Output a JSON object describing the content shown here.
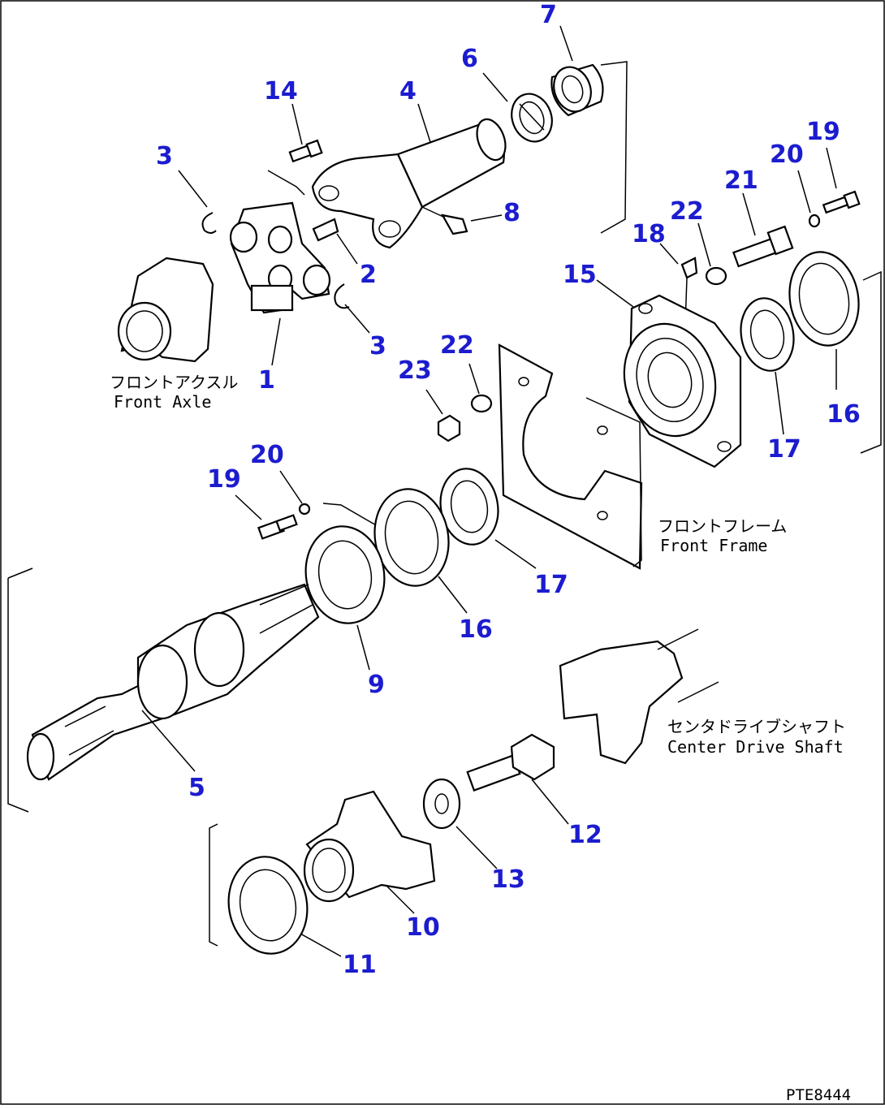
{
  "diagram": {
    "drawing_code": "PTE8444",
    "captions": {
      "front_axle_jp": "フロントアクスル",
      "front_axle_en": "Front Axle",
      "front_frame_jp": "フロントフレーム",
      "front_frame_en": "Front Frame",
      "center_drive_shaft_jp": "センタドライブシャフト",
      "center_drive_shaft_en": "Center Drive Shaft"
    },
    "callouts": [
      "7",
      "6",
      "4",
      "14",
      "3",
      "8",
      "2",
      "1",
      "3",
      "19",
      "20",
      "21",
      "22",
      "18",
      "15",
      "22",
      "23",
      "16",
      "17",
      "20",
      "19",
      "17",
      "16",
      "9",
      "5",
      "12",
      "13",
      "10",
      "11"
    ]
  }
}
